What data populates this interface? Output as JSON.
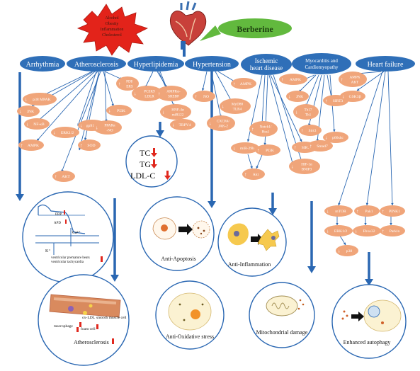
{
  "header": {
    "risk_factors": [
      "Alcohol",
      "Obesity",
      "Inflammation",
      "Cholesterol"
    ],
    "drug_label": "Berberine"
  },
  "diseases": [
    {
      "label": "Arrhythmia"
    },
    {
      "label": "Atherosclerosis"
    },
    {
      "label": "Hyperlipidemia"
    },
    {
      "label": "Hypertension"
    },
    {
      "label": "Ischemic heart disease",
      "lines": [
        "Ischemic",
        "heart disease"
      ]
    },
    {
      "label": "Myocarditis and Cardiomyopathy",
      "lines": [
        "Myocarditis and",
        "Cardiomyopathy"
      ]
    },
    {
      "label": "Heart failure"
    }
  ],
  "targets": {
    "p38_mapk": "p38 MPAK",
    "pdi_ers": "PDI/ ERS",
    "nfkb": "NF-κB",
    "jnk": "JNK",
    "erk12": "ERK1/2",
    "gp91phox": "gp91phox",
    "pi3k": "PI3K",
    "ppara_no": "PPARα -NO",
    "ampk": "AMPK",
    "sod": "SOD",
    "akt": "AKT",
    "pcsk9_ldlr": "PCSK9 LDLR",
    "ampk_srebp": "AMPKα- SREBP",
    "hnf4a_mir122": "HNF-4α miR122",
    "trpv4": "TRPV4",
    "no": "NO",
    "cxcr4_jak2": "CXCR4/ JAK-2",
    "ampk_htn": "AMPK",
    "myd88_tlr4": "MyD88 TLR4",
    "notch1_hes1": "Notch1/ Hes1",
    "mir29b": "miR-29b",
    "pi3k_ihd": "PI3K",
    "akt_ihd": "Akt",
    "sirt1": "SIRT1",
    "hif_bnip3": "HIF-1α BNIP3",
    "ampk_myo": "AMPK",
    "jnk_myo": "JNK",
    "th17_th1": "Th17 Th1",
    "sirt3": "SIRT3",
    "sirt3b": "Sirt3",
    "smad7": "Smad7",
    "p66shc": "p66shc",
    "ampk_akt": "AMPK AKT",
    "gsk3b": "GSK3β",
    "mtor": "mTOR",
    "pak1": "Pak1",
    "pink1": "PINK1",
    "erk12_hf": "ERK1/2",
    "fbxo32": "Fbxo32",
    "parkin": "Parkin",
    "p38": "p38"
  },
  "arrows": {
    "up": [
      "ampk",
      "sod",
      "akt",
      "pdi_ers",
      "ampk_srebp",
      "no",
      "ampk_htn",
      "notch1_hes1",
      "pi3k_ihd",
      "akt_ihd",
      "sirt1",
      "ampk_myo",
      "sirt3",
      "sirt3b",
      "smad7",
      "ampk_akt",
      "pak1",
      "pink1",
      "parkin"
    ],
    "down": [
      "p38_mapk",
      "nfkb",
      "jnk",
      "erk12",
      "gp91phox",
      "pi3k",
      "ppara_no",
      "pcsk9_ldlr",
      "hnf4a_mir122",
      "trpv4",
      "cxcr4_jak2",
      "myd88_tlr4",
      "mir29b",
      "hif_bnip3",
      "jnk_myo",
      "th17_th1",
      "p66shc",
      "gsk3b",
      "mtor",
      "erk12_hf",
      "fbxo32",
      "p38"
    ]
  },
  "lipid_panel": [
    "TC",
    "TG",
    "LDL-C"
  ],
  "arrhythmia_panel": {
    "er": "ERP",
    "ap": "APD",
    "ca": "Ca²⁺",
    "k": "K⁺",
    "note1": "ventricular premature beats",
    "note2": "ventricular tachycardia"
  },
  "atherosclerosis_panel": {
    "exldl": "ox-LDL",
    "smooth": "smooth muscle cell",
    "macrophage": "macrophage",
    "foam": "foam cell",
    "caption": "Atherosclerosis"
  },
  "outcomes": {
    "anti_apoptosis": "Anti-Apoptosis",
    "anti_inflammation": "Anti-Inflammation",
    "anti_oxidative": "Anti-Oxidative stress",
    "mito": "Mitochondrial damage",
    "autophagy": "Enhanced autophagy"
  },
  "colors": {
    "disease_fill": "#2f6fb8",
    "node_fill": "#f0a57a",
    "arrow_blue": "#2a67b2",
    "berberine_green": "#62b93e",
    "risk_red": "#e3231a",
    "down_red": "#e0281e"
  }
}
